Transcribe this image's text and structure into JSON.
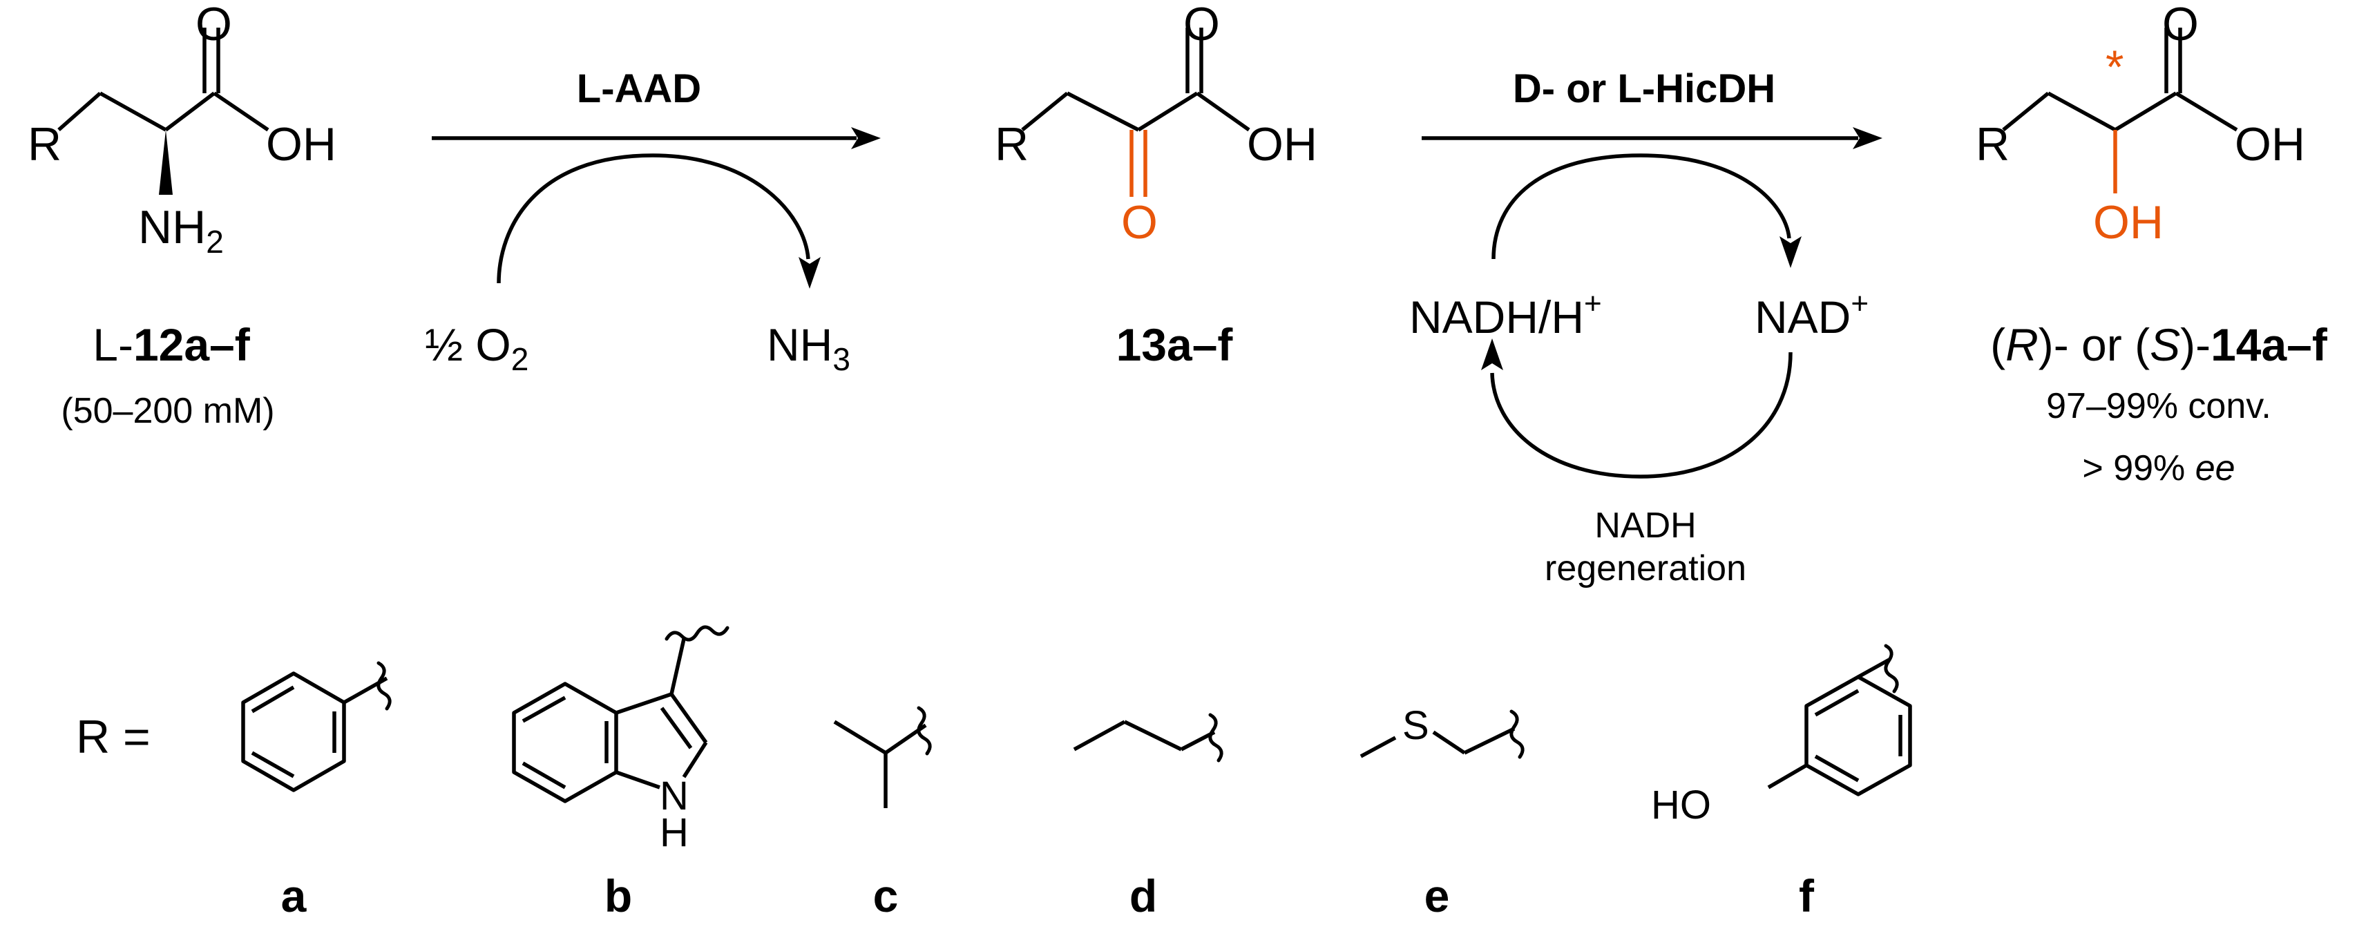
{
  "compounds": {
    "amino_acid": {
      "label_prefix": "L-",
      "label_bold": "12a–f",
      "concentration": "(50–200 mM)"
    },
    "keto_acid": {
      "label_bold": "13a–f"
    },
    "hydroxy_acid": {
      "label_open1": "(",
      "label_R": "R",
      "label_mid": ")- or (",
      "label_S": "S",
      "label_close": ")-",
      "label_bold": "14a–f",
      "conversion": "97–99% conv.",
      "ee_prefix": "> 99% ",
      "ee_italic": "ee"
    }
  },
  "atoms": {
    "R": "R",
    "O": "O",
    "OH": "OH",
    "NH": "NH",
    "two": "2",
    "three": "3",
    "N": "N",
    "H": "H",
    "S": "S",
    "HO": "HO",
    "star": "*"
  },
  "reaction1": {
    "enzyme": "L-AAD",
    "co_substrate_frac": "½ O",
    "co_substrate_sub": "2",
    "byproduct_main": "NH",
    "byproduct_sub": "3"
  },
  "reaction2": {
    "enzyme": "D- or L-HicDH",
    "cofactor_reduced": "NADH/H",
    "cofactor_reduced_sup": "+",
    "cofactor_oxidized": "NAD",
    "cofactor_oxidized_sup": "+",
    "regeneration_line1": "NADH",
    "regeneration_line2": "regeneration"
  },
  "substituents": {
    "intro": "R =",
    "labels": [
      "a",
      "b",
      "c",
      "d",
      "e",
      "f"
    ]
  },
  "colors": {
    "highlight": "#e8560a",
    "ink": "#000000"
  }
}
